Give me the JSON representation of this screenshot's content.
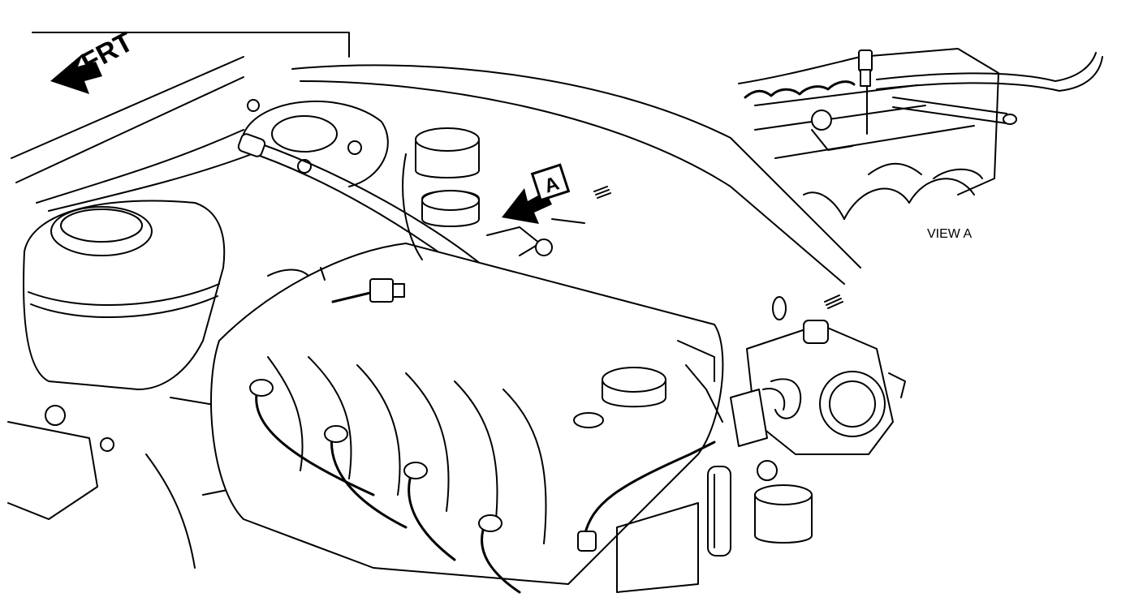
{
  "direction_label": "FRT",
  "view_callout": "A",
  "view_caption": "VIEW A",
  "colors": {
    "ink": "#000000",
    "paper": "#ffffff"
  }
}
